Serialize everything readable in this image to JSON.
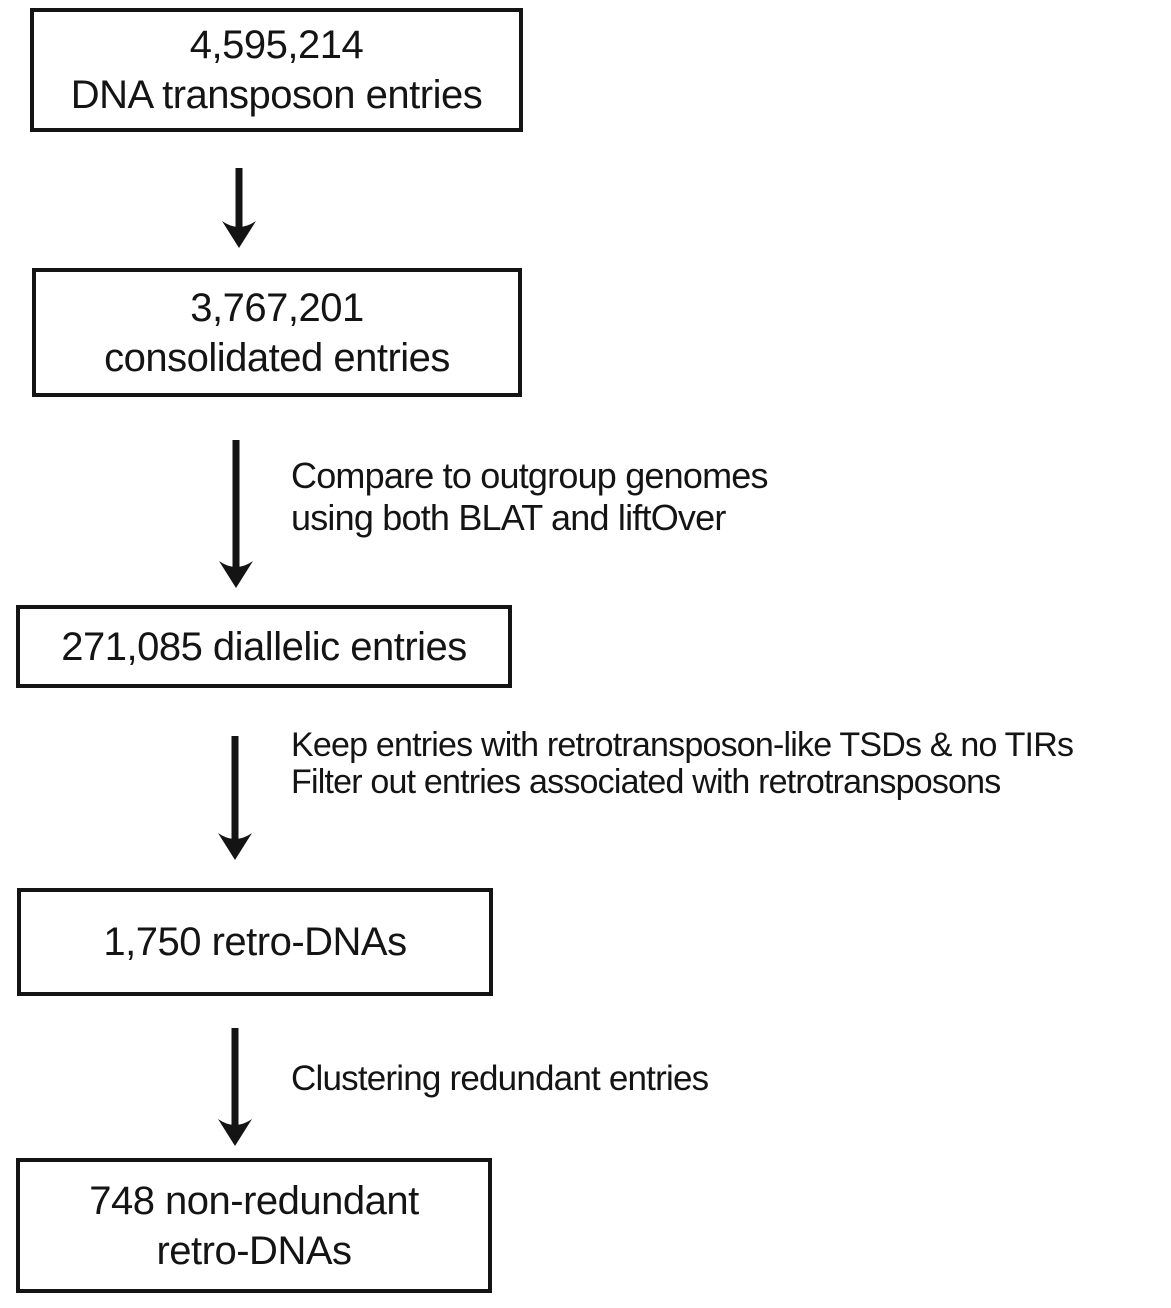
{
  "diagram": {
    "type": "flowchart",
    "colors": {
      "ink": "#141414",
      "background": "#ffffff"
    },
    "boxes": [
      {
        "id": "dna-transposon-entries",
        "lines": [
          "4,595,214",
          "DNA transposon entries"
        ]
      },
      {
        "id": "consolidated-entries",
        "lines": [
          "3,767,201",
          "consolidated entries"
        ]
      },
      {
        "id": "diallelic-entries",
        "lines": [
          "271,085 diallelic entries"
        ]
      },
      {
        "id": "retro-dnas",
        "lines": [
          "1,750 retro-DNAs"
        ]
      },
      {
        "id": "non-redundant-retro-dnas",
        "lines": [
          "748 non-redundant",
          "retro-DNAs"
        ]
      }
    ],
    "arrow_labels": [
      {
        "id": "compare-step",
        "lines": [
          "Compare to outgroup genomes",
          "using both BLAT and liftOver"
        ]
      },
      {
        "id": "filter-step",
        "lines": [
          "Keep entries with retrotransposon-like TSDs & no TIRs",
          "Filter out entries associated with retrotransposons"
        ]
      },
      {
        "id": "clustering-step",
        "lines": [
          "Clustering redundant entries"
        ]
      }
    ]
  }
}
